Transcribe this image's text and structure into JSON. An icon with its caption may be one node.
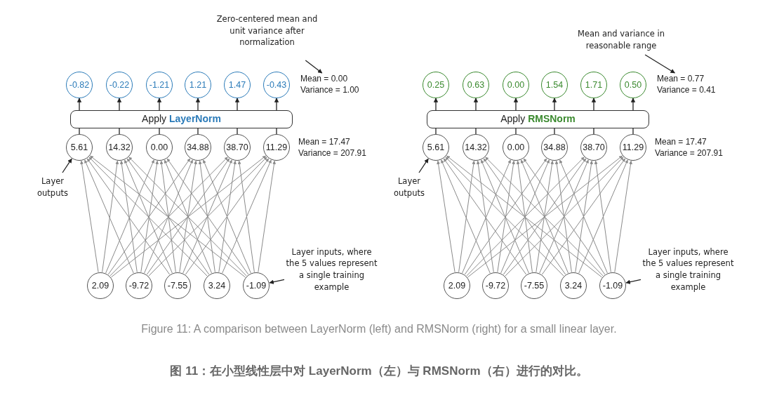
{
  "diagram": {
    "caption": "Figure 11: A comparison between LayerNorm (left) and RMSNorm (right) for a small linear layer.",
    "nodes": [
      {
        "text": [
          "Zero-centered mean and unit variance after normalization"
        ]
      },
      {
        "text": [
          "Mean = 0.00 Variance = 1.00"
        ]
      },
      {
        "text": [
          "-0.82"
        ]
      },
      {
        "text": [
          "-0.22"
        ]
      },
      {
        "text": [
          "-1.21"
        ]
      },
      {
        "text": [
          "1.21"
        ]
      },
      {
        "text": [
          "1.47"
        ]
      },
      {
        "text": [
          "-0.43"
        ]
      },
      {
        "text": [
          "Apply **LayerNorm**"
        ]
      },
      {
        "text": [
          "5.61"
        ]
      },
      {
        "text": [
          "14.32"
        ]
      },
      {
        "text": [
          "0.00"
        ]
      },
      {
        "text": [
          "34.88"
        ]
      },
      {
        "text": [
          "38.70"
        ]
      },
      {
        "text": [
          "11.29"
        ]
      },
      {
        "text": [
          "Layer outputs"
        ]
      },
      {
        "text": [
          "2.09"
        ]
      },
      {
        "text": [
          "-9.72"
        ]
      },
      {
        "text": [
          "-7.55"
        ]
      },
      {
        "text": [
          "3.24"
        ]
      },
      {
        "text": [
          "-1.09"
        ]
      },
      {
        "text": [
          "Layer inputs, where the 5 values represent a single training example"
        ]
      },
      {
        "text": [
          "Mean and variance in reasonable range"
        ]
      },
      {
        "text": [
          "Mean = 0.77 Variance = 0.41"
        ]
      },
      {
        "text": [
          "0.25"
        ]
      },
      {
        "text": [
          "0.63"
        ]
      },
      {
        "text": [
          "0.00"
        ]
      },
      {
        "text": [
          "1.54"
        ]
      },
      {
        "text": [
          "1.71"
        ]
      },
      {
        "text": [
          "0.50"
        ]
      },
      {
        "text": [
          "Apply **RMSNorm**"
        ]
      },
      {
        "text": [
          "5.61"
        ]
      },
      {
        "text": [
          "14.32"
        ]
      },
      {
        "text": [
          "0.00"
        ]
      },
      {
        "text": [
          "34.88"
        ]
      },
      {
        "text": [
          "38.70"
        ]
      },
      {
        "text": [
          "11.29"
        ]
      },
      {
        "text": [
          "Layer outputs"
        ]
      },
      {
        "text": [
          "2.09"
        ]
      },
      {
        "text": [
          "-9.72"
        ]
      },
      {
        "text": [
          "-7.55"
        ]
      },
      {
        "text": [
          "3.24"
        ]
      },
      {
        "text": [
          "-1.09"
        ]
      },
      {
        "text": [
          "Layer inputs, where the 5 values represent a single training example"
        ]
      }
    ],
    "edges": [
      {
        "from": 0,
        "to": 1,
        "arrow": "to",
        "color": "#222222"
      },
      {
        "from": 8,
        "to": 2,
        "arrow": "to",
        "color": "#222222"
      },
      {
        "from": 8,
        "to": 3,
        "arrow": "to",
        "color": "#222222"
      },
      {
        "from": 8,
        "to": 4,
        "arrow": "to",
        "color": "#222222"
      },
      {
        "from": 8,
        "to": 5,
        "arrow": "to",
        "color": "#222222"
      },
      {
        "from": 8,
        "to": 6,
        "arrow": "to",
        "color": "#222222"
      },
      {
        "from": 8,
        "to": 7,
        "arrow": "to",
        "color": "#222222"
      },
      {
        "from": 9,
        "to": 8,
        "arrow": "none",
        "color": "#222222"
      },
      {
        "from": 10,
        "to": 8,
        "arrow": "none",
        "color": "#222222"
      },
      {
        "from": 11,
        "to": 8,
        "arrow": "none",
        "color": "#222222"
      },
      {
        "from": 12,
        "to": 8,
        "arrow": "none",
        "color": "#222222"
      },
      {
        "from": 13,
        "to": 8,
        "arrow": "none",
        "color": "#222222"
      },
      {
        "from": 14,
        "to": 8,
        "arrow": "none",
        "color": "#222222"
      },
      {
        "from": 16,
        "to": 9,
        "arrow": "to"
      },
      {
        "from": 16,
        "to": 10,
        "arrow": "to"
      },
      {
        "from": 16,
        "to": 11,
        "arrow": "to"
      },
      {
        "from": 16,
        "to": 12,
        "arrow": "to"
      },
      {
        "from": 16,
        "to": 13,
        "arrow": "to"
      },
      {
        "from": 16,
        "to": 14,
        "arrow": "to"
      },
      {
        "from": 17,
        "to": 9,
        "arrow": "to"
      },
      {
        "from": 17,
        "to": 10,
        "arrow": "to"
      },
      {
        "from": 17,
        "to": 11,
        "arrow": "to"
      },
      {
        "from": 17,
        "to": 12,
        "arrow": "to"
      },
      {
        "from": 17,
        "to": 13,
        "arrow": "to"
      },
      {
        "from": 17,
        "to": 14,
        "arrow": "to"
      },
      {
        "from": 18,
        "to": 9,
        "arrow": "to"
      },
      {
        "from": 18,
        "to": 10,
        "arrow": "to"
      },
      {
        "from": 18,
        "to": 11,
        "arrow": "to"
      },
      {
        "from": 18,
        "to": 12,
        "arrow": "to"
      },
      {
        "from": 18,
        "to": 13,
        "arrow": "to"
      },
      {
        "from": 18,
        "to": 14,
        "arrow": "to"
      },
      {
        "from": 19,
        "to": 9,
        "arrow": "to"
      },
      {
        "from": 19,
        "to": 10,
        "arrow": "to"
      },
      {
        "from": 19,
        "to": 11,
        "arrow": "to"
      },
      {
        "from": 19,
        "to": 12,
        "arrow": "to"
      },
      {
        "from": 19,
        "to": 13,
        "arrow": "to"
      },
      {
        "from": 19,
        "to": 14,
        "arrow": "to"
      },
      {
        "from": 20,
        "to": 9,
        "arrow": "to"
      },
      {
        "from": 20,
        "to": 10,
        "arrow": "to"
      },
      {
        "from": 20,
        "to": 11,
        "arrow": "to"
      },
      {
        "from": 20,
        "to": 12,
        "arrow": "to"
      },
      {
        "from": 20,
        "to": 13,
        "arrow": "to"
      },
      {
        "from": 20,
        "to": 14,
        "arrow": "to"
      },
      {
        "from": 15,
        "to": 9,
        "arrow": "to",
        "color": "#222222"
      },
      {
        "from": 21,
        "to": 20,
        "arrow": "to",
        "color": "#222222"
      },
      {
        "from": 22,
        "to": 23,
        "arrow": "to",
        "color": "#222222"
      },
      {
        "from": 30,
        "to": 24,
        "arrow": "to",
        "color": "#222222"
      },
      {
        "from": 30,
        "to": 25,
        "arrow": "to",
        "color": "#222222"
      },
      {
        "from": 30,
        "to": 26,
        "arrow": "to",
        "color": "#222222"
      },
      {
        "from": 30,
        "to": 27,
        "arrow": "to",
        "color": "#222222"
      },
      {
        "from": 30,
        "to": 28,
        "arrow": "to",
        "color": "#222222"
      },
      {
        "from": 30,
        "to": 29,
        "arrow": "to",
        "color": "#222222"
      },
      {
        "from": 31,
        "to": 30,
        "arrow": "none",
        "color": "#222222"
      },
      {
        "from": 32,
        "to": 30,
        "arrow": "none",
        "color": "#222222"
      },
      {
        "from": 33,
        "to": 30,
        "arrow": "none",
        "color": "#222222"
      },
      {
        "from": 34,
        "to": 30,
        "arrow": "none",
        "color": "#222222"
      },
      {
        "from": 35,
        "to": 30,
        "arrow": "none",
        "color": "#222222"
      },
      {
        "from": 36,
        "to": 30,
        "arrow": "none",
        "color": "#222222"
      },
      {
        "from": 38,
        "to": 31,
        "arrow": "to"
      },
      {
        "from": 38,
        "to": 32,
        "arrow": "to"
      },
      {
        "from": 38,
        "to": 33,
        "arrow": "to"
      },
      {
        "from": 38,
        "to": 34,
        "arrow": "to"
      },
      {
        "from": 38,
        "to": 35,
        "arrow": "to"
      },
      {
        "from": 38,
        "to": 36,
        "arrow": "to"
      },
      {
        "from": 39,
        "to": 31,
        "arrow": "to"
      },
      {
        "from": 39,
        "to": 32,
        "arrow": "to"
      },
      {
        "from": 39,
        "to": 33,
        "arrow": "to"
      },
      {
        "from": 39,
        "to": 34,
        "arrow": "to"
      },
      {
        "from": 39,
        "to": 35,
        "arrow": "to"
      },
      {
        "from": 39,
        "to": 36,
        "arrow": "to"
      },
      {
        "from": 40,
        "to": 31,
        "arrow": "to"
      },
      {
        "from": 40,
        "to": 32,
        "arrow": "to"
      },
      {
        "from": 40,
        "to": 33,
        "arrow": "to"
      },
      {
        "from": 40,
        "to": 34,
        "arrow": "to"
      },
      {
        "from": 40,
        "to": 35,
        "arrow": "to"
      },
      {
        "from": 40,
        "to": 36,
        "arrow": "to"
      },
      {
        "from": 41,
        "to": 31,
        "arrow": "to"
      },
      {
        "from": 41,
        "to": 32,
        "arrow": "to"
      },
      {
        "from": 41,
        "to": 33,
        "arrow": "to"
      },
      {
        "from": 41,
        "to": 34,
        "arrow": "to"
      },
      {
        "from": 41,
        "to": 35,
        "arrow": "to"
      },
      {
        "from": 41,
        "to": 36,
        "arrow": "to"
      },
      {
        "from": 42,
        "to": 31,
        "arrow": "to"
      },
      {
        "from": 42,
        "to": 32,
        "arrow": "to"
      },
      {
        "from": 42,
        "to": 33,
        "arrow": "to"
      },
      {
        "from": 42,
        "to": 34,
        "arrow": "to"
      },
      {
        "from": 42,
        "to": 35,
        "arrow": "to"
      },
      {
        "from": 42,
        "to": 36,
        "arrow": "to"
      },
      {
        "from": 37,
        "to": 31,
        "arrow": "to",
        "color": "#222222"
      },
      {
        "from": 43,
        "to": 42,
        "arrow": "to",
        "color": "#222222"
      }
    ],
    "labels": [
      "Mean = 17.47 Variance = 207.91",
      "Mean = 17.47 Variance = 207.91",
      "图 11：在小型线性层中对 LayerNorm（左）与 RMSNorm（右）进行的对比。"
    ]
  }
}
